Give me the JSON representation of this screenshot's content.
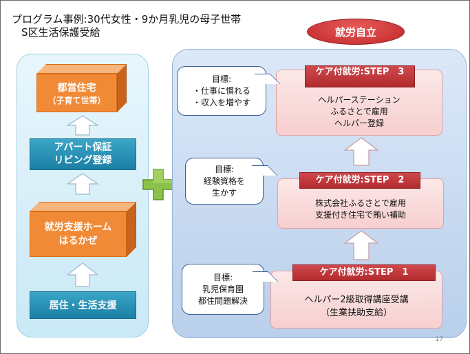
{
  "title": {
    "line1": "プログラム事例:30代女性・9か月乳児の母子世帯",
    "line2": "S区生活保護受給"
  },
  "left": {
    "top_box": {
      "line1": "都営住宅",
      "line2": "（子育て世帯）"
    },
    "apt_box": {
      "line1": "アパート保証",
      "line2": "リビング登録"
    },
    "shelter_box": {
      "line1": "就労支援ホーム",
      "line2": "はるかぜ"
    },
    "base_box": {
      "label": "居住・生活支援"
    }
  },
  "goal": "就労自立",
  "steps": [
    {
      "label": "ケア付就労:STEP　1",
      "desc": [
        "ヘルパー2級取得講座受講",
        "（生業扶助支給）"
      ],
      "callout": [
        "目標:",
        "乳児保育園",
        "都住問題解決"
      ]
    },
    {
      "label": "ケア付就労:STEP　2",
      "desc": [
        "株式会社ふるさとで雇用",
        "支援付き住宅で賄い補助"
      ],
      "callout": [
        "目標:",
        "経験資格を",
        "生かす"
      ]
    },
    {
      "label": "ケア付就労:STEP　3",
      "desc": [
        "ヘルパーステーション",
        "ふるさとで雇用",
        "ヘルパー登録"
      ],
      "callout": [
        "目標:",
        "・仕事に慣れる",
        "・収入を増やす"
      ]
    }
  ],
  "page_number": "17",
  "colors": {
    "orange": "#f08a37",
    "teal": "#1c7fa4",
    "step_red": "#b22b2f",
    "goal_red": "#c0282a",
    "plus_green": "#8bc34a"
  }
}
